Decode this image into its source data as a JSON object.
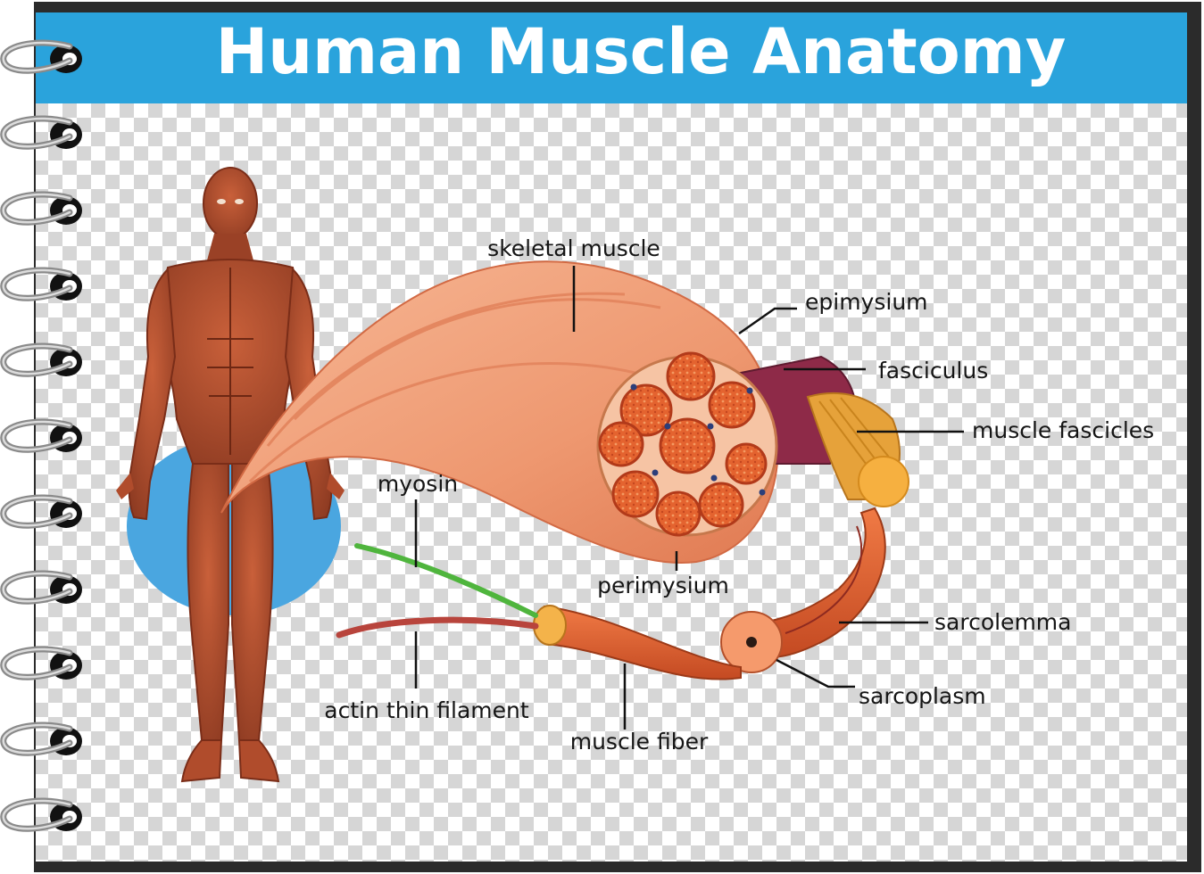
{
  "title": "Human Muscle Anatomy",
  "colors": {
    "header": "#2aa3dc",
    "page_border": "#222222",
    "checker_light": "#ffffff",
    "checker_dark": "#d6d6d6",
    "muscle": "#c2502e",
    "muscle_light": "#f2a47e",
    "fascicle": "#e3643b",
    "perimysium": "#f6c4a4",
    "fasciculus": "#8e2a48",
    "myosin": "#4fb53d",
    "actin": "#b8443c",
    "body_backdrop": "#4aa6e0"
  },
  "labels": {
    "skeletal_muscle": "skeletal muscle",
    "epimysium": "epimysium",
    "fasciculus": "fasciculus",
    "muscle_fascicles": "muscle fascicles",
    "myosin": "myosin",
    "perimysium": "perimysium",
    "sarcolemma": "sarcolemma",
    "sarcoplasm": "sarcoplasm",
    "actin_thin_filament": "actin thin filament",
    "muscle_fiber": "muscle fiber"
  },
  "icons": {
    "binder_ring": "spiral-binding-ring-icon",
    "body": "human-muscular-body-icon"
  }
}
